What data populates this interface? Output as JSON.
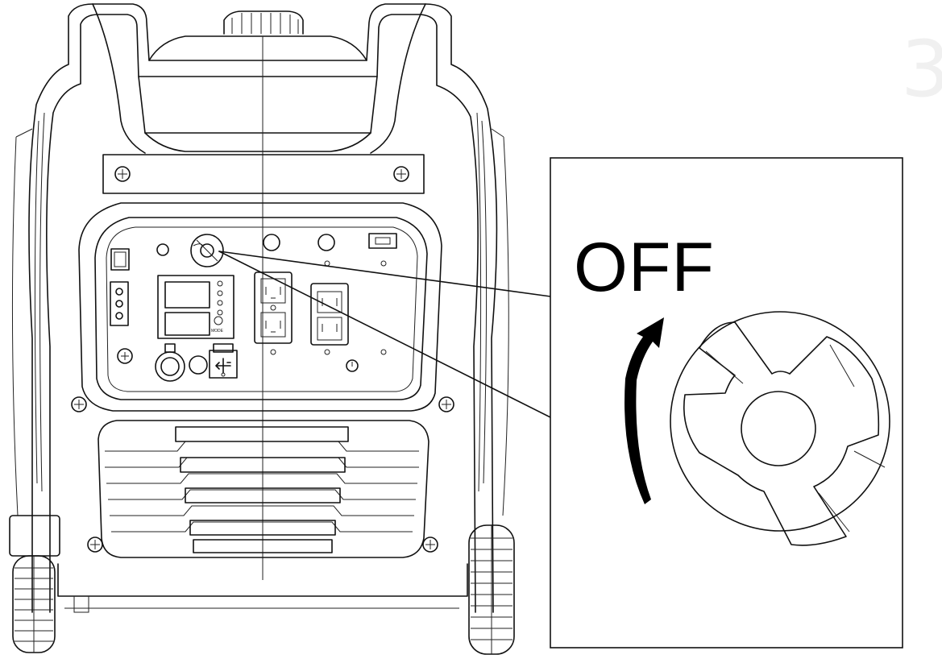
{
  "callout": {
    "switch_state_label": "OFF"
  },
  "control_panel": {
    "display_mode_label": "MODE"
  },
  "page_mark": "3",
  "icons": {
    "rotation_arrow": "curved-arrow-up-icon",
    "usb": "usb-icon",
    "eco": "eco-throttle-icon",
    "power": "power-icon"
  },
  "colors": {
    "ink": "#111111",
    "background": "#ffffff"
  }
}
